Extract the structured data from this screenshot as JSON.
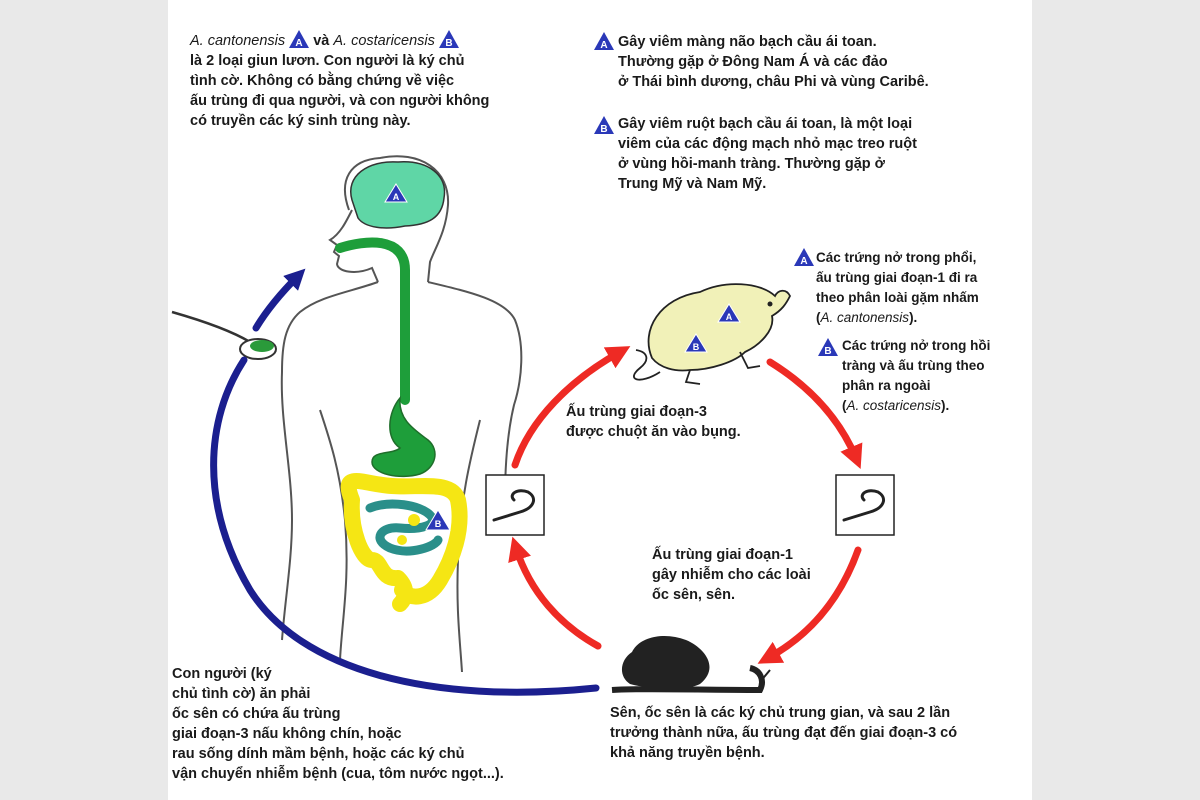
{
  "colors": {
    "red_arrow": "#ee2a24",
    "blue_arrow": "#1b1f8f",
    "intestine_yellow": "#f5e614",
    "intestine_teal": "#2a8f8a",
    "gut_green": "#1e9e3a",
    "brain": "#5fd6a6",
    "rat": "#f1f1b8",
    "badge": "#2a38b8"
  },
  "badges": {
    "a": "A",
    "b": "B"
  },
  "species_intro": {
    "species_a": "A. cantonensis",
    "and": "và",
    "species_b": "A. costaricensis",
    "lines": [
      "là 2 loại giun lươn. Con người là ký chủ",
      "tình cờ. Không có bằng chứng về việc",
      "ấu trùng đi qua người, và con người không",
      "có truyền các ký sinh trùng này."
    ]
  },
  "note_a": {
    "lines": [
      "Gây viêm màng não bạch cầu ái toan.",
      "Thường gặp ở Đông Nam Á và các đảo",
      "ở Thái bình dương, châu Phi và vùng Caribê."
    ]
  },
  "note_b": {
    "lines": [
      "Gây viêm ruột bạch cầu ái toan, là một loại",
      "viêm của các động mạch nhỏ mạc treo ruột",
      "ở vùng hồi-manh tràng. Thường gặp ở",
      "Trung Mỹ và Nam Mỹ."
    ]
  },
  "rat_a": {
    "lines": [
      "Các trứng nở trong phổi,",
      "ấu trùng giai đoạn-1 đi ra",
      "theo phân loài gặm nhấm"
    ],
    "species": "A. cantonensis",
    "paren_open": "(",
    "paren_close": ")."
  },
  "rat_b": {
    "lines": [
      "Các trứng nở trong hồi",
      "tràng và ấu trùng theo",
      "phân ra ngoài"
    ],
    "species": "A. costaricensis",
    "paren_open": "(",
    "paren_close": ")."
  },
  "stage3_label": {
    "lines": [
      "Ấu trùng giai đoạn-3",
      "được chuột ăn vào bụng."
    ]
  },
  "stage1_label": {
    "lines": [
      "Ấu trùng giai đoạn-1",
      "gây nhiễm cho các loài",
      "ốc sên, sên."
    ]
  },
  "snail_label": {
    "lines": [
      "Sên, ốc sên là các ký chủ trung gian, và sau 2 lần",
      "trưởng thành nữa, ấu trùng đạt đến giai đoạn-3 có",
      "khả năng truyền bệnh."
    ]
  },
  "human_label": {
    "lines": [
      "Con người (ký",
      "chủ tình cờ) ăn phải",
      "ốc sên có chứa ấu trùng",
      "giai đoạn-3 nấu không chín, hoặc",
      "rau sống dính mầm bệnh, hoặc các ký chủ",
      "vận chuyển nhiễm bệnh (cua, tôm nước ngọt...)."
    ]
  }
}
